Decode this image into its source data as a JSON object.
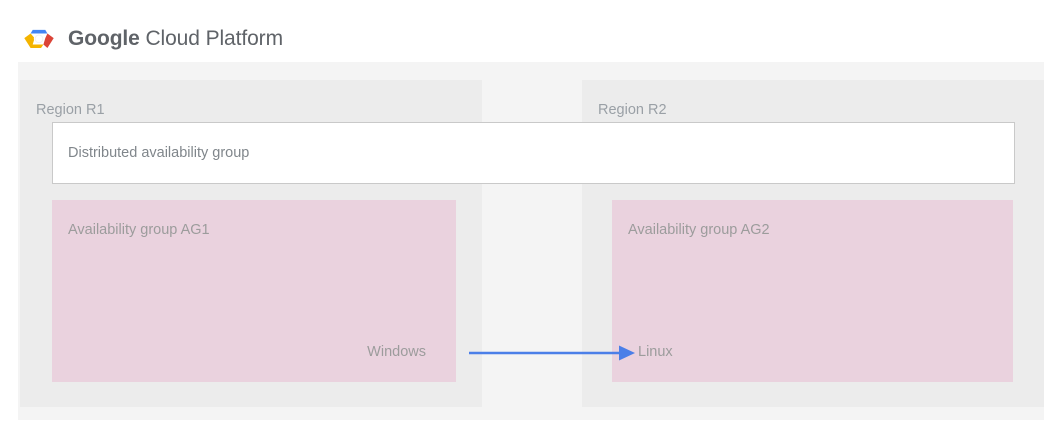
{
  "header": {
    "brand_primary": "Google",
    "brand_secondary": " Cloud Platform",
    "logo_icon": "google-cloud-platform-logo-icon"
  },
  "diagram": {
    "type": "architecture-diagram",
    "regions": [
      {
        "id": "r1",
        "label": "Region R1",
        "availability_group": {
          "title": "Availability group AG1",
          "os": "Windows"
        }
      },
      {
        "id": "r2",
        "label": "Region R2",
        "availability_group": {
          "title": "Availability group AG2",
          "os": "Linux"
        }
      }
    ],
    "distributed_group": {
      "label": "Distributed availability group"
    },
    "connector": {
      "icon": "arrow-right-icon",
      "direction": "r1-to-r2",
      "color": "#4b7fe8"
    }
  },
  "colors": {
    "canvas": "#f4f4f4",
    "region_panel": "#ececec",
    "availability_group": "#ead2de",
    "distributed_box": "#ffffff",
    "distributed_box_border": "#c9c9c9",
    "arrow": "#4b7fe8",
    "brand_text": "#5f6368",
    "muted_text": "#9aa0a6"
  }
}
